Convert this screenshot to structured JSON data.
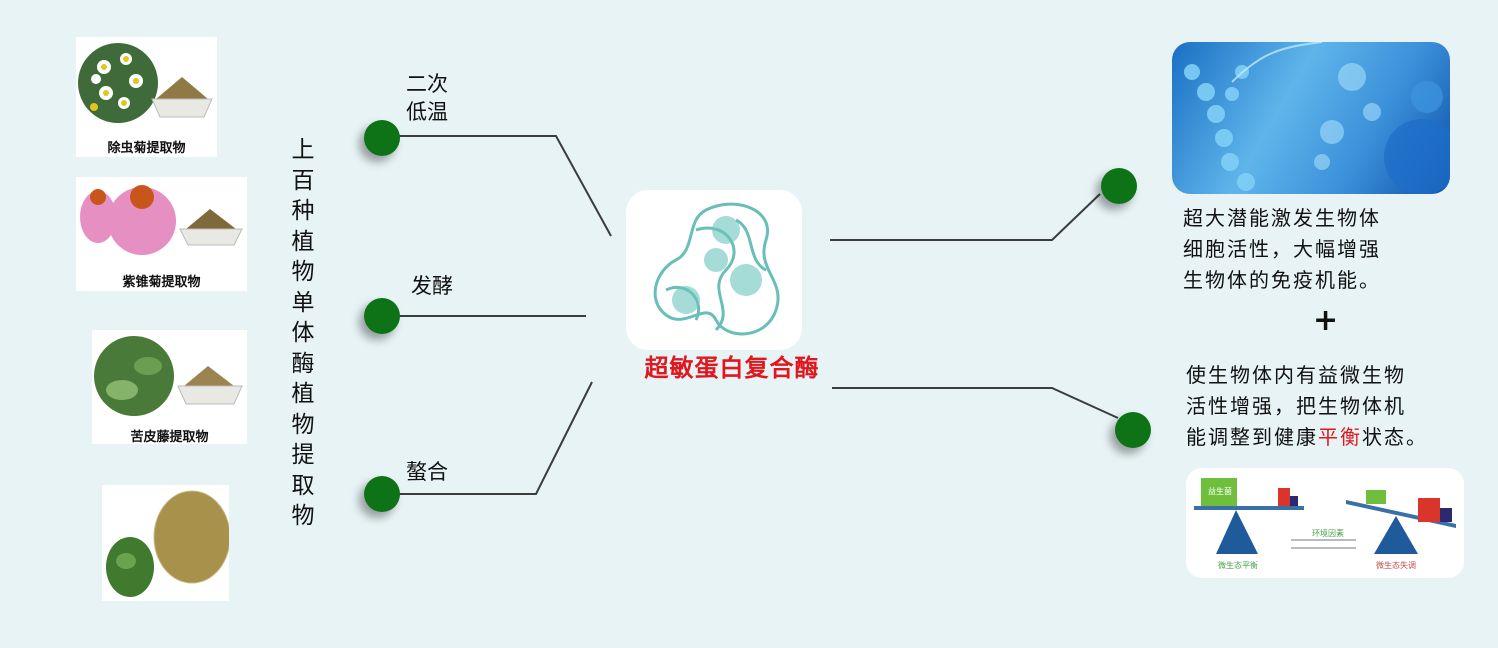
{
  "left_column": {
    "items": [
      {
        "label": "除虫菊提取物",
        "image": "pyrethrum-extract-image"
      },
      {
        "label": "紫锥菊提取物",
        "image": "echinacea-extract-image"
      },
      {
        "label": "苦皮藤提取物",
        "image": "celastrus-extract-image"
      },
      {
        "label": "",
        "image": "herb-powder-image"
      }
    ],
    "vertical_caption": "上百种植物单体酶植物提取物"
  },
  "process_steps": [
    {
      "label_line1": "二次",
      "label_line2": "低温"
    },
    {
      "label_line1": "发酵"
    },
    {
      "label_line1": "螯合"
    }
  ],
  "center": {
    "title": "超敏蛋白复合酶",
    "image": "protein-structure-image"
  },
  "outputs": {
    "top": {
      "lines": [
        "超大潜能激发生物体",
        "细胞活性，大幅增强",
        "生物体的免疫机能。"
      ],
      "image": "dna-cells-image"
    },
    "plus": "+",
    "bottom": {
      "line1": "使生物体内有益微生物",
      "line2": "活性增强，把生物体机",
      "line3_before": "能调整到健康",
      "line3_highlight": "平衡",
      "line3_after": "状态。",
      "image": "microbial-balance-diagram"
    }
  },
  "balance_diagram": {
    "left_box": "益生菌",
    "left_caption": "微生态平衡",
    "middle_label": "环境因素",
    "right_caption": "微生态失调"
  },
  "colors": {
    "background": "#e7f3f5",
    "node_green": "#0e7216",
    "line": "#3c3c3c",
    "highlight_red": "#e0171e"
  }
}
